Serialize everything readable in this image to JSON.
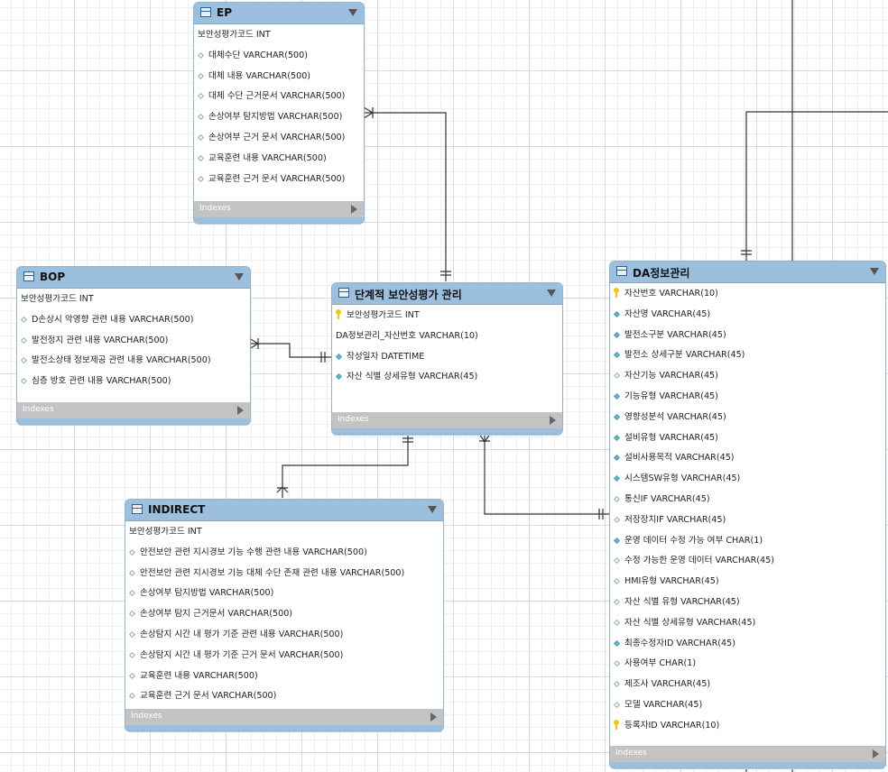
{
  "tables": {
    "ep": {
      "name": "EP",
      "indexes_label": "Indexes",
      "columns": [
        {
          "text": "보안성평가코드 INT",
          "mark": "none"
        },
        {
          "text": "대체수단 VARCHAR(500)",
          "mark": "hollow"
        },
        {
          "text": "대체 내용 VARCHAR(500)",
          "mark": "hollow"
        },
        {
          "text": "대체 수단 근거문서 VARCHAR(500)",
          "mark": "hollow"
        },
        {
          "text": "손상여부 탐지방법 VARCHAR(500)",
          "mark": "hollow"
        },
        {
          "text": "손상여부 근거 문서 VARCHAR(500)",
          "mark": "hollow"
        },
        {
          "text": "교육훈련 내용 VARCHAR(500)",
          "mark": "hollow"
        },
        {
          "text": "교육훈련 근거 문서 VARCHAR(500)",
          "mark": "hollow"
        }
      ]
    },
    "bop": {
      "name": "BOP",
      "indexes_label": "Indexes",
      "columns": [
        {
          "text": "보안성평가코드 INT",
          "mark": "none"
        },
        {
          "text": "D손상시 악영향 관련 내용 VARCHAR(500)",
          "mark": "hollow"
        },
        {
          "text": "발전정지 관련 내용 VARCHAR(500)",
          "mark": "hollow"
        },
        {
          "text": "발전소상태 정보제공 관련 내용 VARCHAR(500)",
          "mark": "hollow"
        },
        {
          "text": "심층 방호 관련 내용 VARCHAR(500)",
          "mark": "hollow"
        }
      ]
    },
    "stage": {
      "name": "단계적 보안성평가 관리",
      "indexes_label": "Indexes",
      "columns": [
        {
          "text": "보안성평가코드 INT",
          "mark": "key"
        },
        {
          "text": "DA정보관리_자산번호 VARCHAR(10)",
          "mark": "none"
        },
        {
          "text": "작성일자 DATETIME",
          "mark": "filled"
        },
        {
          "text": "자산 식별 상세유형 VARCHAR(45)",
          "mark": "filled"
        }
      ]
    },
    "indirect": {
      "name": "INDIRECT",
      "indexes_label": "Indexes",
      "columns": [
        {
          "text": "보안성평가코드 INT",
          "mark": "none"
        },
        {
          "text": "안전보안 관련 지시경보 기능 수행 관련 내용 VARCHAR(500)",
          "mark": "hollow"
        },
        {
          "text": "안전보안 관련 지시경보 기능 대체 수단 존재 관련 내용 VARCHAR(500)",
          "mark": "hollow"
        },
        {
          "text": "손상여부 탐지방법 VARCHAR(500)",
          "mark": "hollow"
        },
        {
          "text": "손상여부 탐지 근거문서 VARCHAR(500)",
          "mark": "hollow"
        },
        {
          "text": "손상탐지 시간 내 평가 기준 관련 내용 VARCHAR(500)",
          "mark": "hollow"
        },
        {
          "text": "손상탐지 시간 내 평가 기준 근거 문서 VARCHAR(500)",
          "mark": "hollow"
        },
        {
          "text": "교육훈련 내용 VARCHAR(500)",
          "mark": "hollow"
        },
        {
          "text": "교육훈련 근거 문서 VARCHAR(500)",
          "mark": "hollow"
        }
      ]
    },
    "da": {
      "name": "DA정보관리",
      "indexes_label": "Indexes",
      "columns": [
        {
          "text": "자산번호 VARCHAR(10)",
          "mark": "key"
        },
        {
          "text": "자산명 VARCHAR(45)",
          "mark": "filled"
        },
        {
          "text": "발전소구분 VARCHAR(45)",
          "mark": "filled"
        },
        {
          "text": "발전소 상세구분 VARCHAR(45)",
          "mark": "filled"
        },
        {
          "text": "자산기능 VARCHAR(45)",
          "mark": "hollow"
        },
        {
          "text": "기능유형 VARCHAR(45)",
          "mark": "filled"
        },
        {
          "text": "영향성분석 VARCHAR(45)",
          "mark": "filled"
        },
        {
          "text": "설비유형 VARCHAR(45)",
          "mark": "filled"
        },
        {
          "text": "설비사용목적 VARCHAR(45)",
          "mark": "filled"
        },
        {
          "text": "시스템SW유형 VARCHAR(45)",
          "mark": "filled"
        },
        {
          "text": "통신IF VARCHAR(45)",
          "mark": "hollow"
        },
        {
          "text": "저장장치IF VARCHAR(45)",
          "mark": "hollow"
        },
        {
          "text": "운영 데이터 수정 가능 여부 CHAR(1)",
          "mark": "filled"
        },
        {
          "text": "수정 가능한 운영 데이터 VARCHAR(45)",
          "mark": "hollow"
        },
        {
          "text": "HMI유형 VARCHAR(45)",
          "mark": "hollow"
        },
        {
          "text": "자산 식별 유형 VARCHAR(45)",
          "mark": "hollow"
        },
        {
          "text": "자산 식별 상세유형 VARCHAR(45)",
          "mark": "hollow"
        },
        {
          "text": "최종수정자ID VARCHAR(45)",
          "mark": "filled"
        },
        {
          "text": "사용여부 CHAR(1)",
          "mark": "hollow"
        },
        {
          "text": "제조사 VARCHAR(45)",
          "mark": "hollow"
        },
        {
          "text": "모델 VARCHAR(45)",
          "mark": "hollow"
        },
        {
          "text": "등록자ID VARCHAR(10)",
          "mark": "key"
        }
      ]
    }
  }
}
